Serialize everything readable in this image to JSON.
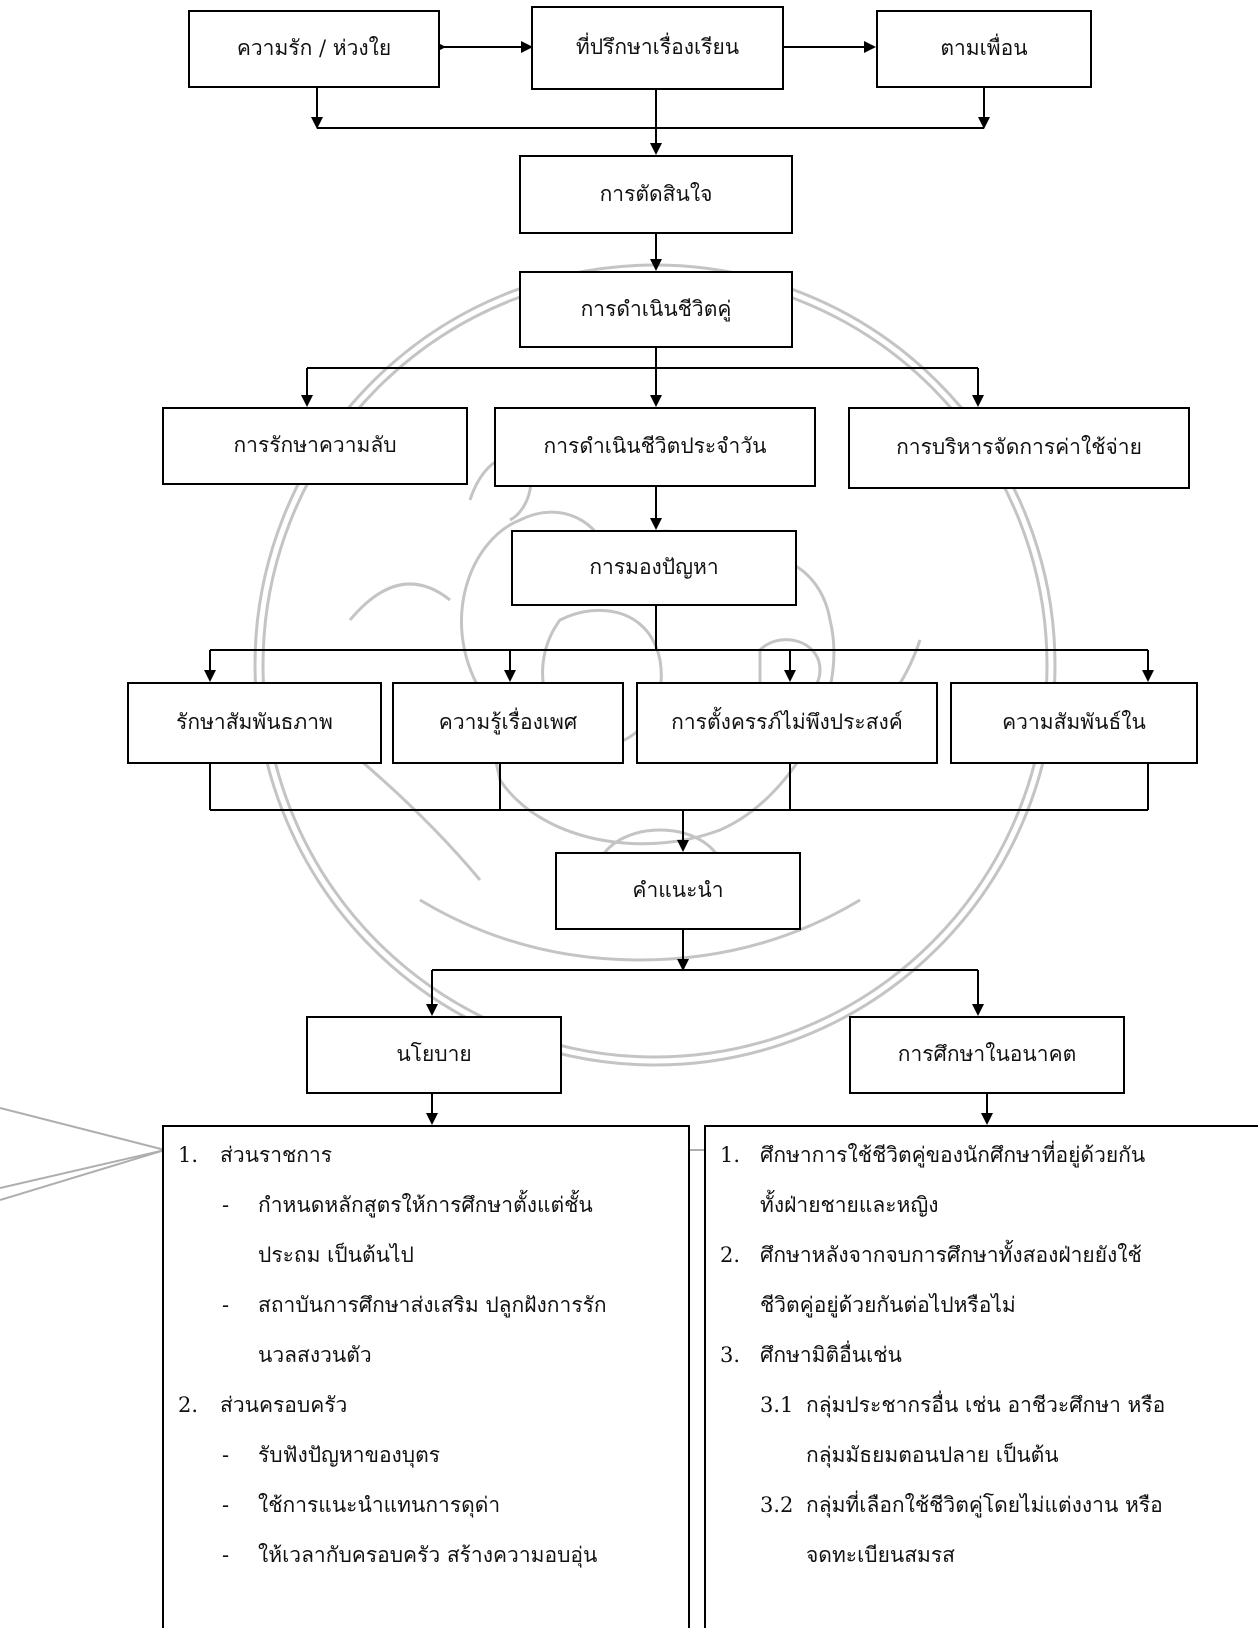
{
  "nodes": {
    "love": "ความรัก / ห่วงใย",
    "advisor": "ที่ปรึกษาเรื่องเรียน",
    "friends": "ตามเพื่อน",
    "decision": "การตัดสินใจ",
    "cohabitation": "การดำเนินชีวิตคู่",
    "secret": "การรักษาความลับ",
    "daily_life": "การดำเนินชีวิตประจำวัน",
    "expenses": "การบริหารจัดการค่าใช้จ่าย",
    "problems": "การมองปัญหา",
    "relationship": "รักษาสัมพันธภาพ",
    "sex_knowledge": "ความรู้เรื่องเพศ",
    "unwanted_pregnancy": "การตั้งครรภ์ไม่พึงประสงค์",
    "relations_in": "ความสัมพันธ์ใน",
    "advice": "คำแนะนำ",
    "policy": "นโยบาย",
    "future_study": "การศึกษาในอนาคต"
  },
  "policy_details": {
    "item1_num": "1.",
    "item1": "ส่วนราชการ",
    "item1_sub1_line1": "กำหนดหลักสูตรให้การศึกษาตั้งแต่ชั้น",
    "item1_sub1_line2": "ประถม เป็นต้นไป",
    "item1_sub2_line1": "สถาบันการศึกษาส่งเสริม ปลูกฝังการรัก",
    "item1_sub2_line2": "นวลสงวนตัว",
    "item2_num": "2.",
    "item2": "ส่วนครอบครัว",
    "item2_sub1": "รับฟังปัญหาของบุตร",
    "item2_sub2": "ใช้การแนะนำแทนการดุด่า",
    "item2_sub3": "ให้เวลากับครอบครัว สร้างความอบอุ่น",
    "dash": "-"
  },
  "future_details": {
    "item1_num": "1.",
    "item1_line1": "ศึกษาการใช้ชีวิตคู่ของนักศึกษาที่อยู่ด้วยกัน",
    "item1_line2": "ทั้งฝ่ายชายและหญิง",
    "item2_num": "2.",
    "item2_line1": "ศึกษาหลังจากจบการศึกษาทั้งสองฝ่ายยังใช้",
    "item2_line2": "ชีวิตคู่อยู่ด้วยกันต่อไปหรือไม่",
    "item3_num": "3.",
    "item3": "ศึกษามิติอื่นเช่น",
    "item3_1_num": "3.1",
    "item3_1_line1": "กลุ่มประชากรอื่น เช่น อาชีวะศึกษา หรือ",
    "item3_1_line2": "กลุ่มมัธยมตอนปลาย เป็นต้น",
    "item3_2_num": "3.2",
    "item3_2_line1": "กลุ่มที่เลือกใช้ชีวิตคู่โดยไม่แต่งงาน หรือ",
    "item3_2_line2": "จดทะเบียนสมรส"
  }
}
